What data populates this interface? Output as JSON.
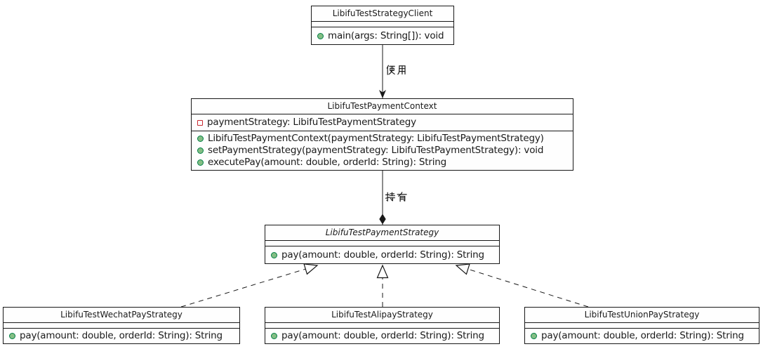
{
  "classes": {
    "client": {
      "name": "LibifuTestStrategyClient",
      "fields": [],
      "methods": [
        {
          "visibility": "public",
          "text": "main(args: String[]): void"
        }
      ]
    },
    "context": {
      "name": "LibifuTestPaymentContext",
      "fields": [
        {
          "visibility": "private",
          "text": "paymentStrategy: LibifuTestPaymentStrategy"
        }
      ],
      "methods": [
        {
          "visibility": "public",
          "text": "LibifuTestPaymentContext(paymentStrategy: LibifuTestPaymentStrategy)"
        },
        {
          "visibility": "public",
          "text": "setPaymentStrategy(paymentStrategy: LibifuTestPaymentStrategy): void"
        },
        {
          "visibility": "public",
          "text": "executePay(amount: double, orderId: String): String"
        }
      ]
    },
    "strategy": {
      "name": "LibifuTestPaymentStrategy",
      "name_style": "italic-interface",
      "fields": [],
      "methods": [
        {
          "visibility": "public",
          "text": "pay(amount: double, orderId: String): String"
        }
      ]
    },
    "wechat": {
      "name": "LibifuTestWechatPayStrategy",
      "fields": [],
      "methods": [
        {
          "visibility": "public",
          "text": "pay(amount: double, orderId: String): String"
        }
      ]
    },
    "alipay": {
      "name": "LibifuTestAlipayStrategy",
      "fields": [],
      "methods": [
        {
          "visibility": "public",
          "text": "pay(amount: double, orderId: String): String"
        }
      ]
    },
    "unionpay": {
      "name": "LibifuTestUnionPayStrategy",
      "fields": [],
      "methods": [
        {
          "visibility": "public",
          "text": "pay(amount: double, orderId: String): String"
        }
      ]
    }
  },
  "edges": {
    "uses": {
      "from": "LibifuTestStrategyClient",
      "to": "LibifuTestPaymentContext",
      "type": "dependency-solid-arrow",
      "label": "使用"
    },
    "holds": {
      "from": "LibifuTestPaymentContext",
      "to": "LibifuTestPaymentStrategy",
      "type": "composition-filled-diamond",
      "label": "持有"
    },
    "realization_wechat": {
      "from": "LibifuTestWechatPayStrategy",
      "to": "LibifuTestPaymentStrategy",
      "type": "realization-dashed-hollow-triangle"
    },
    "realization_alipay": {
      "from": "LibifuTestAlipayStrategy",
      "to": "LibifuTestPaymentStrategy",
      "type": "realization-dashed-hollow-triangle"
    },
    "realization_unionpay": {
      "from": "LibifuTestUnionPayStrategy",
      "to": "LibifuTestPaymentStrategy",
      "type": "realization-dashed-hollow-triangle"
    }
  },
  "icons": {
    "public": "green-circle-public-visibility-icon",
    "private": "red-square-private-visibility-icon"
  },
  "colors": {
    "background": "#FFFFFF",
    "box_fill": "#FEFEFE",
    "border": "#181818",
    "text": "#1A1A1A",
    "public_icon_fill": "#84BE84",
    "public_icon_border": "#038048",
    "private_icon_border": "#C82930"
  }
}
